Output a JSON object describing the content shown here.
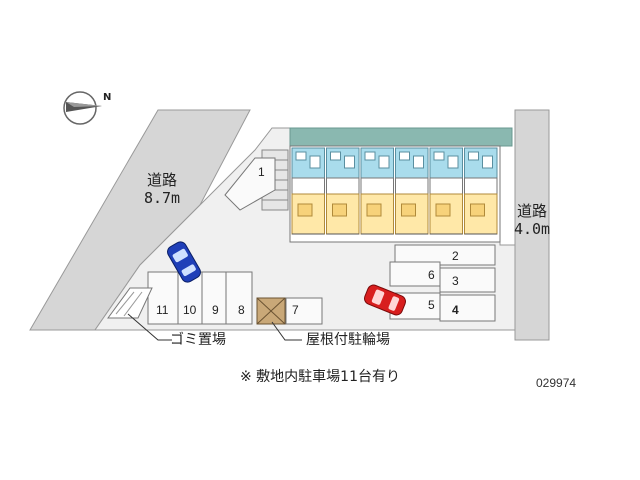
{
  "compass": {
    "label": "N"
  },
  "roads": {
    "left": {
      "name": "道路",
      "width": "8.7m"
    },
    "right": {
      "name": "道路",
      "width": "4.0m"
    }
  },
  "parking_spaces": [
    "1",
    "2",
    "3",
    "4",
    "5",
    "6",
    "7",
    "8",
    "9",
    "10",
    "11"
  ],
  "callouts": {
    "garbage": "ゴミ置場",
    "bike_shed": "屋根付駐輪場"
  },
  "note": "※ 敷地内駐車場11台有り",
  "code": "029974",
  "colors": {
    "road": "#d6d6d6",
    "lot": "#f0f0f0",
    "apartment_room": "#ffe8a8",
    "bath": "#a9dcec",
    "building_roof": "#8ab8b0",
    "car_blue": "#1f3fb8",
    "car_red": "#d81e1e"
  }
}
